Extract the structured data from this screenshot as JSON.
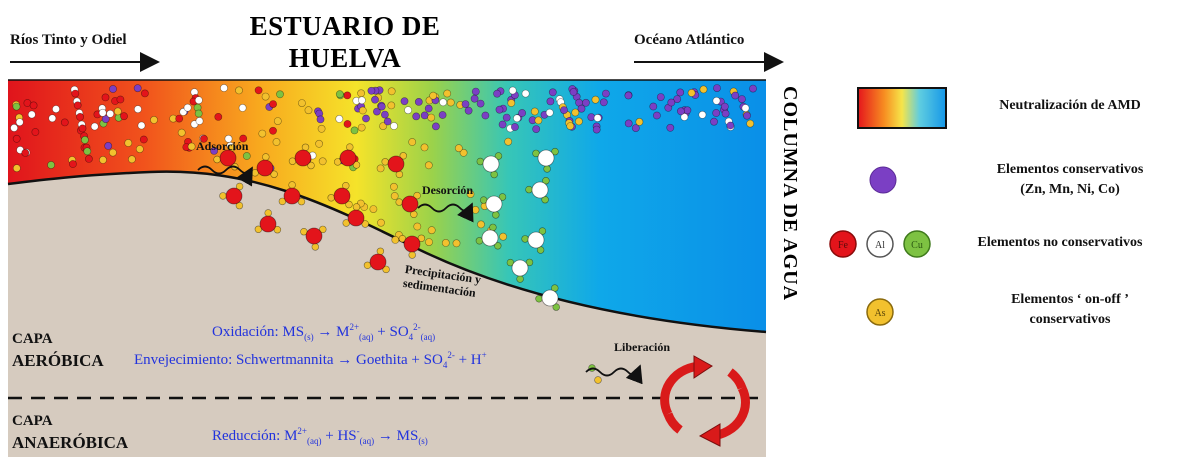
{
  "title": [
    "ESTUARIO DE",
    "HUELVA"
  ],
  "left_arrow_label": "Ríos Tinto y Odiel",
  "right_arrow_label": "Océano Atlántico",
  "water_column_label": "COLUMNA DE AGUA",
  "process_labels": {
    "adsorption": "Adsorción",
    "desorption": "Desorción",
    "precipitation": [
      "Precipitación y",
      "sedimentación"
    ],
    "release": "Liberación"
  },
  "layers": {
    "aerobic": [
      "CAPA",
      "AERÓBICA"
    ],
    "anaerobic": [
      "CAPA",
      "ANAERÓBICA"
    ]
  },
  "reactions": {
    "oxidation": {
      "prefix": "Oxidación: MS",
      "sub1": "(s)",
      "mid1": " → M",
      "sup1": "2+",
      "sub2": "(aq)",
      "mid2": " + SO",
      "sub3": "4",
      "sup3": "2-",
      "sub4": "(aq)"
    },
    "aging": {
      "prefix": "Envejecimiento: Schwertmannita → Goethita + SO",
      "sub1": "4",
      "sup1": "2-",
      "suffix": " + H",
      "sup2": "+"
    },
    "reduction": {
      "prefix": "Reducción: M",
      "sup1": "2+",
      "sub1": "(aq)",
      "mid": " + HS",
      "sup2": "-",
      "sub2": "(aq)",
      "mid2": " → MS",
      "sub3": "(s)"
    }
  },
  "legend": {
    "amd": "Neutralización de AMD",
    "conservative": [
      "Elementos conservativos",
      "(Zn, Mn, Ni, Co)"
    ],
    "non_conservative": "Elementos no conservativos",
    "onoff": [
      "Elementos ‘ on-off ’",
      "conservativos"
    ],
    "symbols": {
      "fe": "Fe",
      "al": "Al",
      "cu": "Cu",
      "as": "As"
    }
  },
  "colors": {
    "sediment": "#d6cbbf",
    "conservative": "#7b3fc4",
    "non_conservative_fe": "#e3141b",
    "non_conservative_al": "#ffffff",
    "non_conservative_cu": "#7dc242",
    "onoff": "#f2c12e",
    "reaction_text": "#2233dd",
    "cycle_arrows": "#d91a1a"
  }
}
